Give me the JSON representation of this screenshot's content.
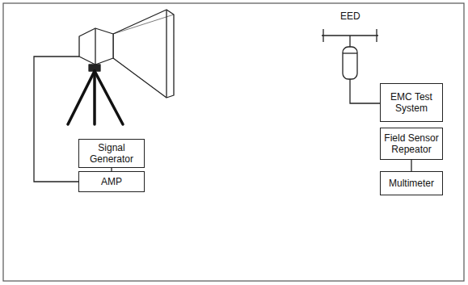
{
  "diagram": {
    "nodes": [
      {
        "text": [
          "Signal Generator"
        ]
      },
      {
        "text": [
          "AMP"
        ]
      },
      {
        "text": [
          "EMC Test System"
        ]
      },
      {
        "text": [
          "Field Sensor Repeator"
        ]
      },
      {
        "text": [
          "Multimeter"
        ]
      }
    ],
    "edges": [
      {
        "from": 0,
        "to": 1,
        "arrow": "none"
      },
      {
        "from": 3,
        "to": 4,
        "arrow": "none"
      }
    ],
    "labels": [
      "EED"
    ]
  }
}
